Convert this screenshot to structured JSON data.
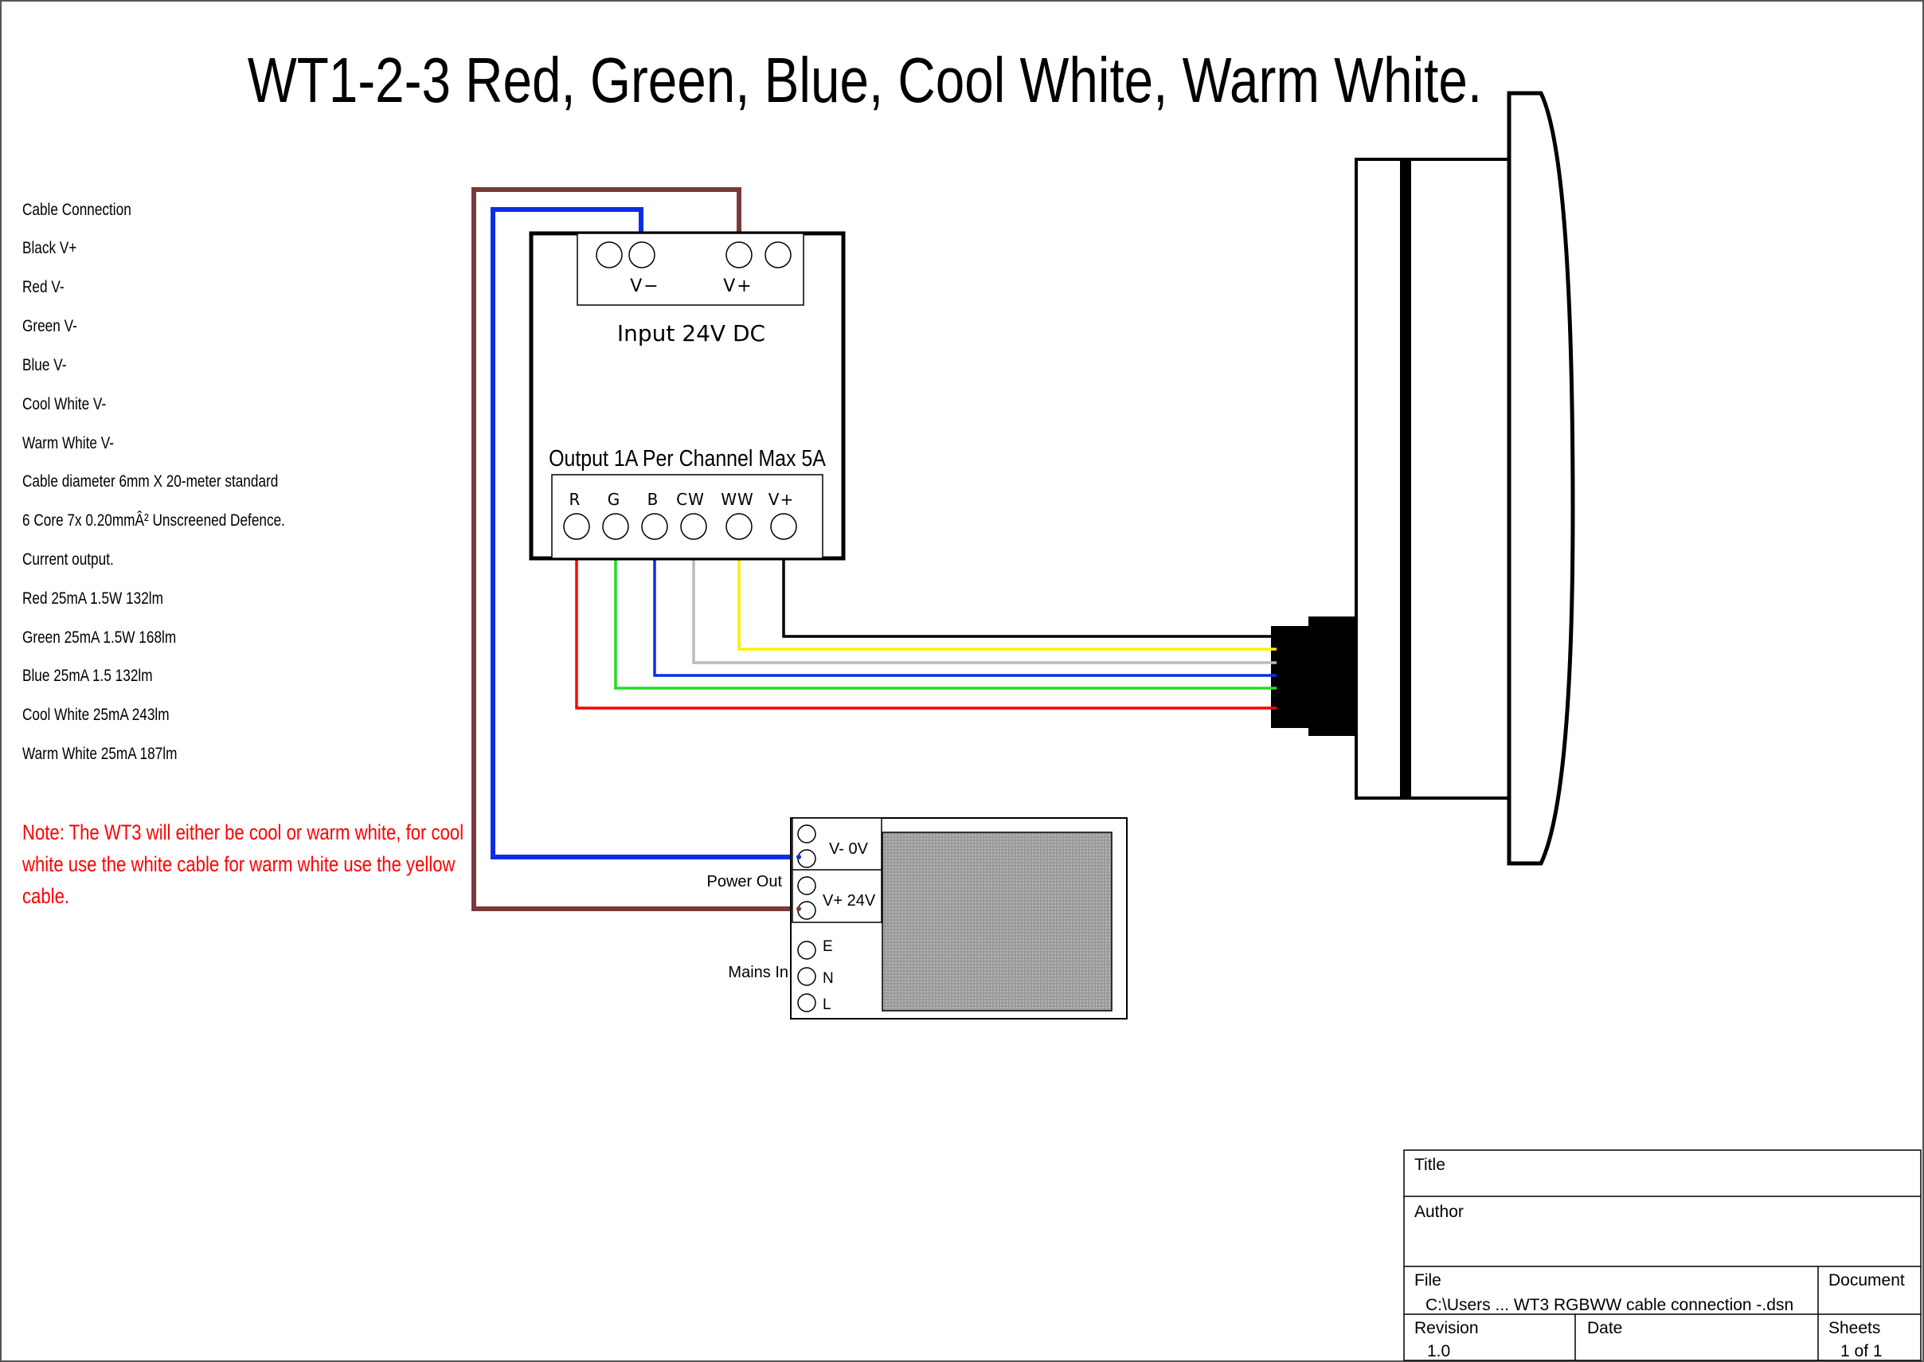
{
  "title": "WT1-2-3 Red, Green, Blue, Cool White, Warm White.",
  "notes": [
    "Cable Connection",
    "Black V+",
    "Red V-",
    "Green V-",
    "Blue V-",
    "Cool White V-",
    "Warm White V-",
    "Cable diameter 6mm X 20-meter standard",
    "6 Core 7x 0.20mmÂ² Unscreened Defence.",
    "Current output.",
    "Red 25mA  1.5W 132lm",
    "Green 25mA 1.5W 168lm",
    "Blue 25mA 1.5 132lm",
    "Cool White 25mA 243lm",
    "Warm White 25mA 187lm"
  ],
  "warning": {
    "lines": [
      "Note: The WT3 will either be cool or warm white, for cool",
      "white use the white cable for warm white use the yellow",
      "cable."
    ],
    "color": "#ff0000"
  },
  "controller": {
    "input_terminals": [
      "V−",
      "V+"
    ],
    "input_label": "Input 24V DC",
    "output_label": "Output 1A Per Channel Max 5A",
    "output_terminals": [
      "R",
      "G",
      "B",
      "CW",
      "WW",
      "V+"
    ]
  },
  "psu": {
    "dc_terminals": [
      "V- 0V",
      "V+ 24V"
    ],
    "power_out_label": "Power Out",
    "mains_terminals": [
      "E",
      "N",
      "L"
    ],
    "mains_in_label": "Mains In"
  },
  "wire_colors": {
    "R": "#ff0000",
    "G": "#22dd22",
    "B": "#0a2ee6",
    "CW": "#bbbbbb",
    "WW": "#ffee00",
    "V+": "#000000",
    "supply_negative": "#0a2ee6",
    "supply_positive": "#7a3a3a"
  },
  "title_block": {
    "title_label": "Title",
    "author_label": "Author",
    "file_label": "File",
    "file_value": "C:\\Users ... WT3 RGBWW cable connection -.dsn",
    "document_label": "Document",
    "revision_label": "Revision",
    "revision_value": "1.0",
    "date_label": "Date",
    "sheets_label": "Sheets",
    "sheets_value": "1 of 1"
  }
}
